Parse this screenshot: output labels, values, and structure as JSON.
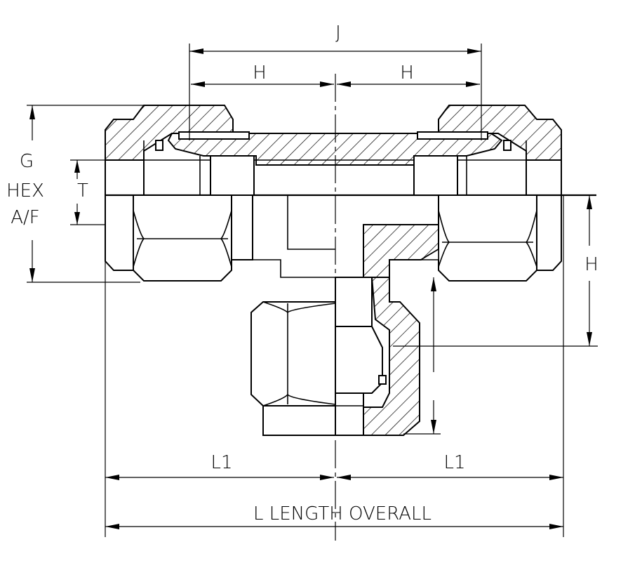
{
  "labels": {
    "j": "J",
    "h_left": "H",
    "h_right": "H",
    "h_side": "H",
    "g": "G",
    "hex": "HEX",
    "af": "A/F",
    "t": "T",
    "l1_left": "L1",
    "l1_right": "L1",
    "overall": "L LENGTH OVERALL"
  }
}
